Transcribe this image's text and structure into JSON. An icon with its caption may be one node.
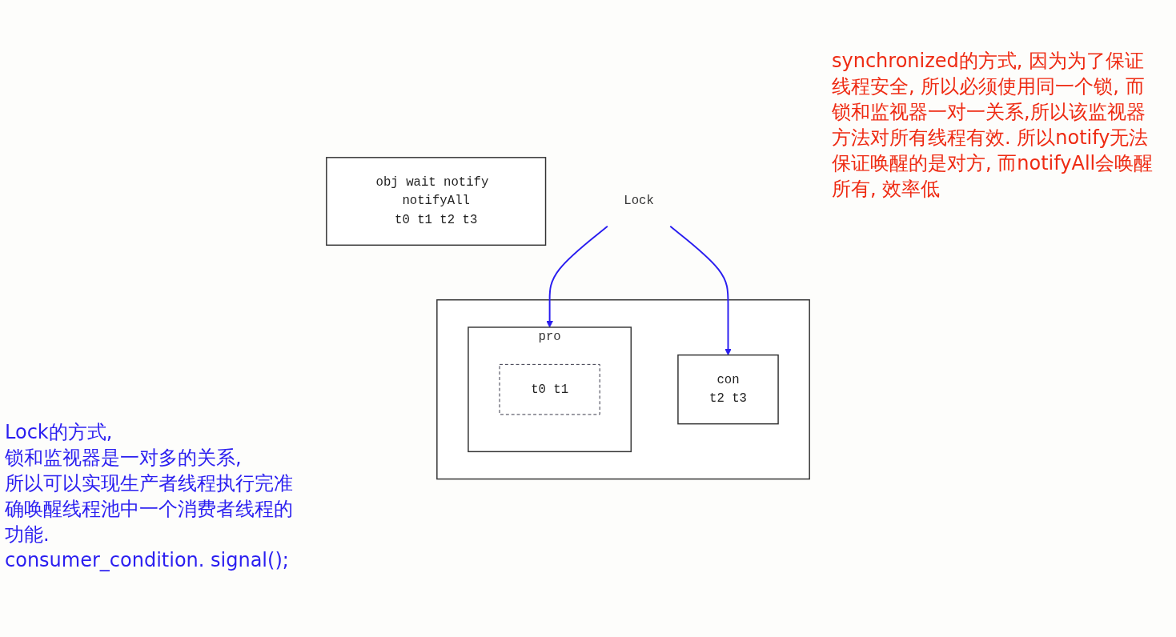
{
  "diagram": {
    "nodes": [
      {
        "text": [
          "obj wait notify notifyAll",
          "t0 t1 t2 t3"
        ]
      },
      {
        "text": [
          "Lock"
        ]
      },
      {
        "text": [],
        "shape": "box"
      },
      {
        "text": [
          "pro"
        ],
        "in": 2
      },
      {
        "text": [
          "t0 t1"
        ],
        "in": 3
      },
      {
        "text": [
          "con",
          "t2 t3"
        ],
        "in": 2
      }
    ],
    "edges": [
      {
        "from": 1,
        "to": 3,
        "arrow": "to"
      },
      {
        "from": 1,
        "to": 5,
        "arrow": "to"
      }
    ],
    "labels": [
      "synchronized的方式, 因为为了保证线程安全, 所以必须使用同一个锁, 而锁和监视器一对一关系,所以该监视器方法对所有线程有效. 所以notify无法保证唤醒的是对方, 而notifyAll会唤醒所有, 效率低",
      "Lock的方式,",
      "锁和监视器是一对多的关系,",
      "所以可以实现生产者线程执行完准确唤醒线程池中一个消费者线程的功能.",
      "consumer_condition. signal();"
    ]
  }
}
